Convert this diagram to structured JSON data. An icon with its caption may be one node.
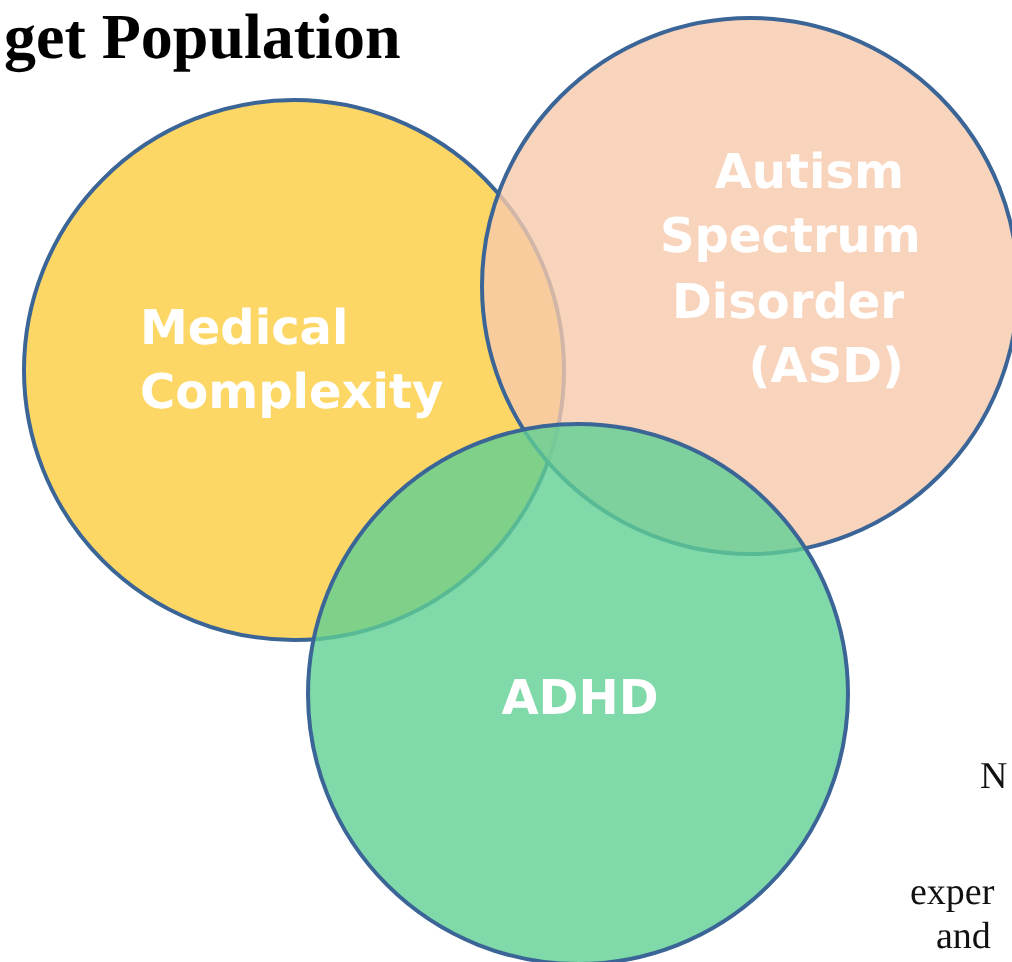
{
  "diagram": {
    "title": "get Population",
    "nodes": [
      {
        "text": [
          "Medical Complexity"
        ]
      },
      {
        "text": [
          "Autism Spectrum Disorder (ASD)"
        ]
      },
      {
        "text": [
          "ADHD"
        ]
      }
    ],
    "labels": [
      "N",
      "exper",
      "and"
    ]
  }
}
